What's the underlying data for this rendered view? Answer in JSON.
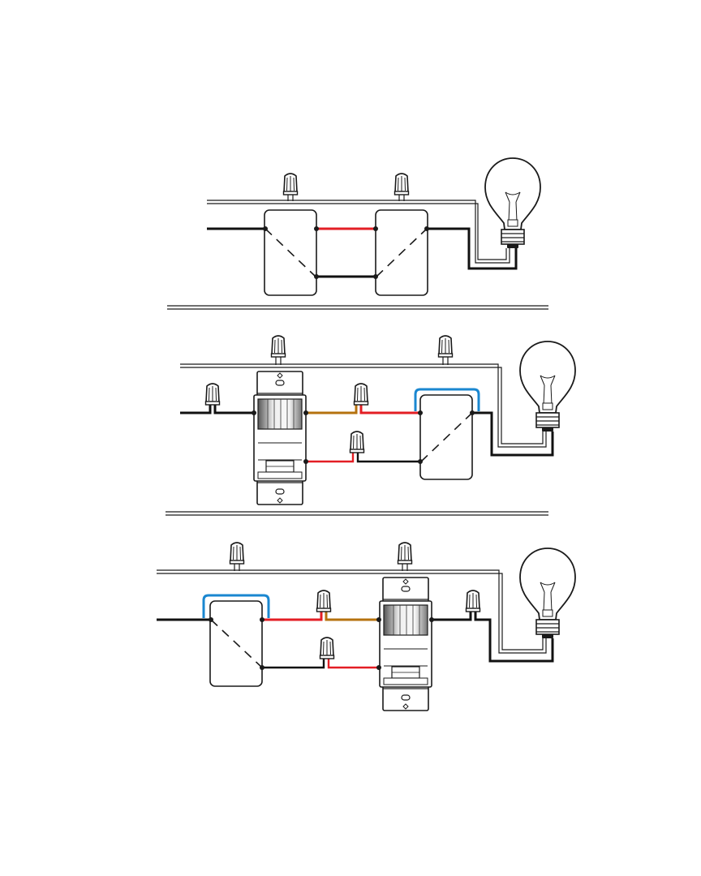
{
  "colors": {
    "background": "#ffffff",
    "outline": "#1a1a1a",
    "hot_wire": "#111111",
    "traveler_red": "#e31e24",
    "sensor_lead": "#b5720e",
    "bond_jumper": "#1a87d0",
    "neutral_fill": "#ffffff"
  },
  "diagrams": [
    {
      "name": "two-three-way-switches",
      "components": [
        "three-way-switch",
        "three-way-switch",
        "light-bulb"
      ]
    },
    {
      "name": "sensor-first-then-three-way-switch",
      "components": [
        "occupancy-sensor-switch",
        "three-way-switch",
        "light-bulb"
      ]
    },
    {
      "name": "three-way-switch-first-then-sensor",
      "components": [
        "three-way-switch",
        "occupancy-sensor-switch",
        "light-bulb"
      ]
    }
  ],
  "icons": [
    "wire-nut-icon",
    "light-bulb-icon",
    "three-way-switch-icon",
    "occupancy-sensor-icon"
  ]
}
